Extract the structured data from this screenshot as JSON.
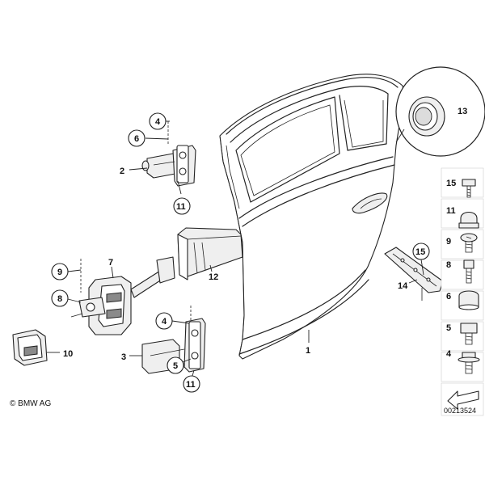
{
  "copyright": "© BMW AG",
  "diagram_id": "00213524",
  "callouts": {
    "c1": "1",
    "c2": "2",
    "c3": "3",
    "c4a": "4",
    "c4b": "4",
    "c5": "5",
    "c6": "6",
    "c7": "7",
    "c8": "8",
    "c9": "9",
    "c10": "10",
    "c11a": "11",
    "c11b": "11",
    "c12": "12",
    "c13": "13",
    "c14": "14",
    "c15": "15"
  },
  "sidebar": [
    "15",
    "11",
    "9",
    "8",
    "6",
    "5",
    "4"
  ]
}
